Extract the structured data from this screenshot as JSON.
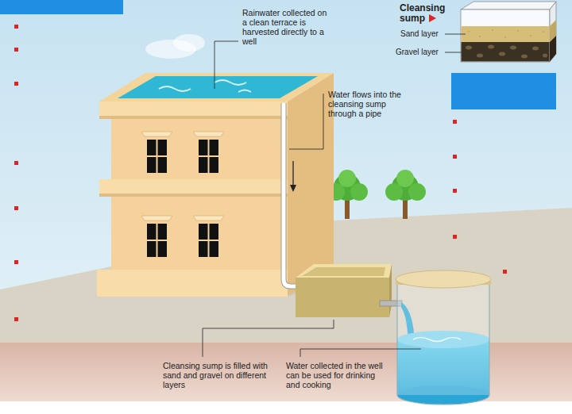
{
  "diagram": {
    "labels": [
      "Rainwater collected on a clean terrace is harvested directly to a well",
      "Cleansing sump",
      "Sand layer",
      "Gravel layer",
      "Water flows into the cleansing sump through a pipe",
      "Cleansing sump is filled with sand and gravel on different layers",
      "Water collected in the well can be used for drinking and cooking"
    ]
  }
}
